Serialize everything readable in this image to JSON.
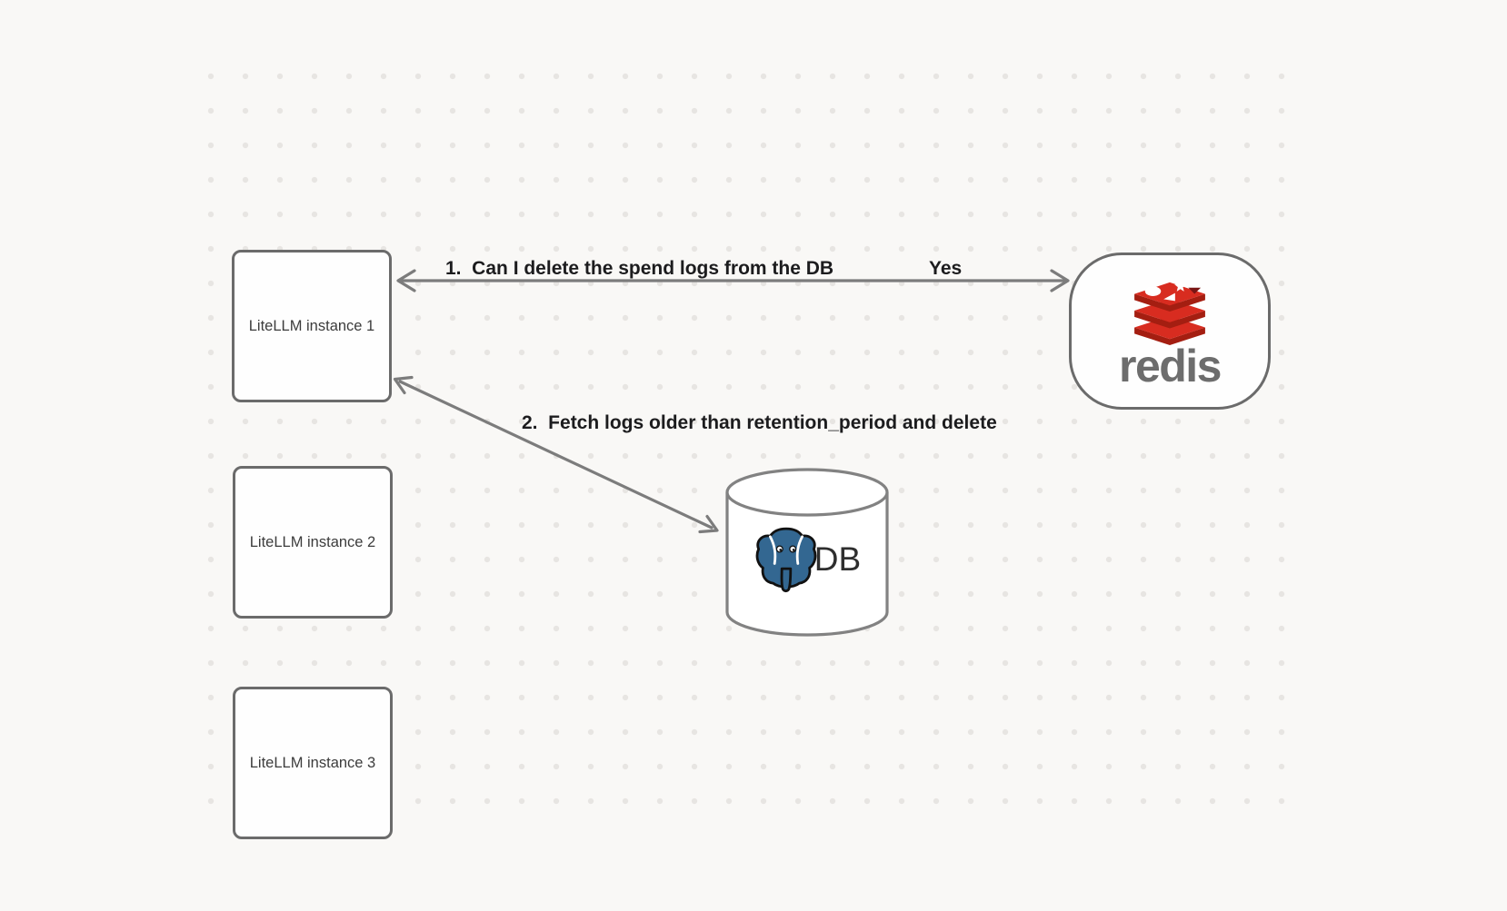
{
  "nodes": {
    "instances": [
      {
        "label": "LiteLLM instance 1"
      },
      {
        "label": "LiteLLM instance 2"
      },
      {
        "label": "LiteLLM instance 3"
      }
    ],
    "redis": {
      "wordmark": "redis",
      "icon": "redis-stack-logo"
    },
    "db": {
      "label": "DB",
      "icon": "postgresql-elephant-logo"
    }
  },
  "edges": [
    {
      "from": "LiteLLM instance 1",
      "to": "redis",
      "label": "1.  Can I delete the spend logs from the DB",
      "response": "Yes",
      "arrowheads": "both-ends"
    },
    {
      "from": "LiteLLM instance 1",
      "to": "DB",
      "label": "2.  Fetch logs older than retention_period and delete",
      "arrowheads": "both-ends"
    }
  ],
  "colors": {
    "background": "#f9f8f6",
    "dot_grid": "#e7e5e2",
    "node_border": "#6b6b6b",
    "node_fill": "#ffffff",
    "arrow": "#7c7c7c",
    "edge_label_text": "#1c1c1e",
    "node_label_text": "#3c3c3c",
    "redis_red": "#d82c20",
    "redis_dark_red": "#a41e11",
    "redis_wordmark_gray": "#6d6d6d",
    "postgres_blue": "#336791"
  }
}
